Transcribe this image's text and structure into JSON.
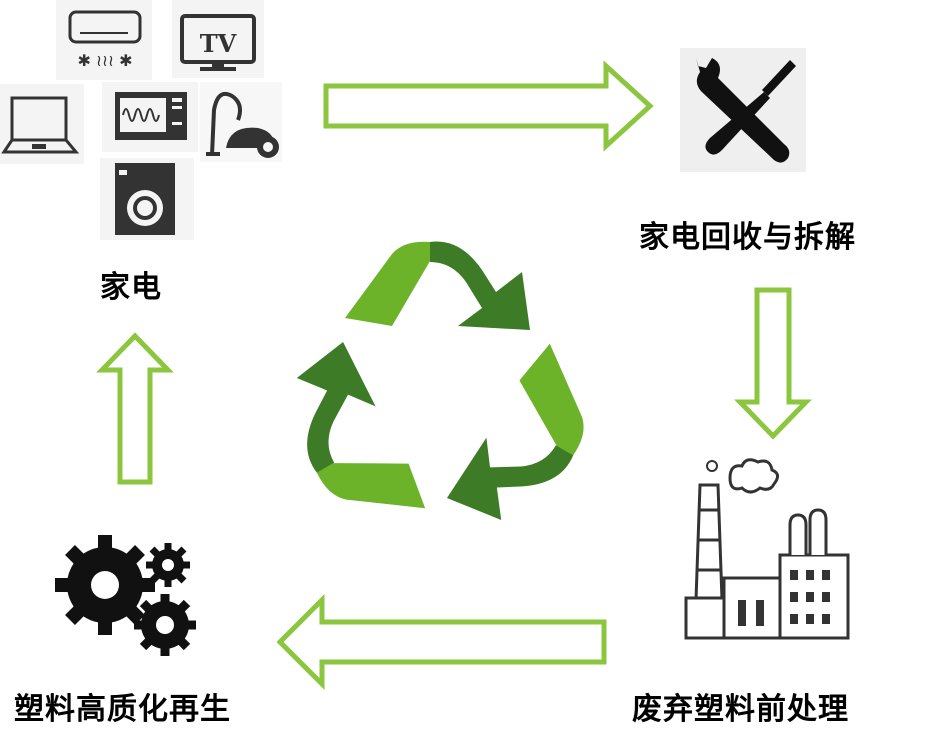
{
  "labels": {
    "appliances": "家电",
    "recycling_dismantling": "家电回收与拆解",
    "pretreatment": "废弃塑料前处理",
    "regeneration": "塑料高质化再生"
  },
  "icons": {
    "tv_text": "TV",
    "appliance_icons": [
      "air-conditioner-icon",
      "tv-icon",
      "laptop-icon",
      "microwave-icon",
      "vacuum-cleaner-icon",
      "washing-machine-icon"
    ],
    "tools": "wrench-screwdriver-icon",
    "factory": "factory-icon",
    "gears": "gears-icon",
    "center": "recycle-icon"
  },
  "colors": {
    "arrow_outline": "#8cc63f",
    "recycle_light": "#6cb32a",
    "recycle_dark": "#3d7b27",
    "icon_dark": "#333333"
  }
}
